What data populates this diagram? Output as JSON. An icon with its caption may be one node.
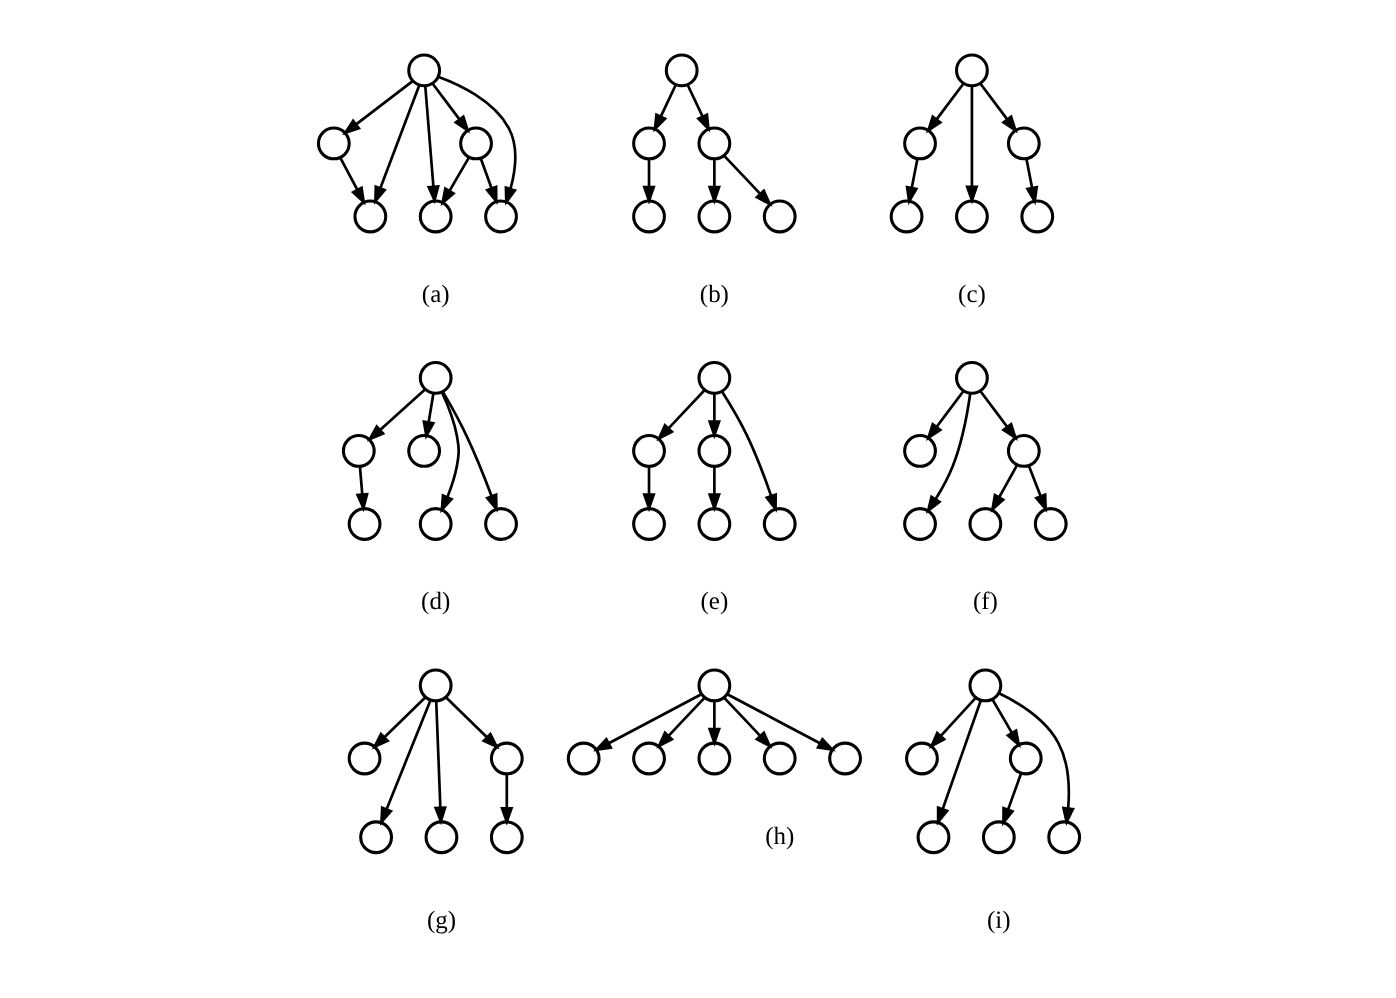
{
  "diagram": {
    "nodes": [
      {
        "text": [],
        "shape": "circle"
      },
      {
        "text": [],
        "shape": "circle"
      },
      {
        "text": [],
        "shape": "circle"
      },
      {
        "text": [],
        "shape": "circle"
      },
      {
        "text": [],
        "shape": "circle"
      },
      {
        "text": [],
        "shape": "circle"
      },
      {
        "text": [],
        "shape": "circle"
      },
      {
        "text": [],
        "shape": "circle"
      },
      {
        "text": [],
        "shape": "circle"
      },
      {
        "text": [],
        "shape": "circle"
      },
      {
        "text": [],
        "shape": "circle"
      },
      {
        "text": [],
        "shape": "circle"
      },
      {
        "text": [],
        "shape": "circle"
      },
      {
        "text": [],
        "shape": "circle"
      },
      {
        "text": [],
        "shape": "circle"
      },
      {
        "text": [],
        "shape": "circle"
      },
      {
        "text": [],
        "shape": "circle"
      },
      {
        "text": [],
        "shape": "circle"
      },
      {
        "text": [],
        "shape": "circle"
      },
      {
        "text": [],
        "shape": "circle"
      },
      {
        "text": [],
        "shape": "circle"
      },
      {
        "text": [],
        "shape": "circle"
      },
      {
        "text": [],
        "shape": "circle"
      },
      {
        "text": [],
        "shape": "circle"
      },
      {
        "text": [],
        "shape": "circle"
      },
      {
        "text": [],
        "shape": "circle"
      },
      {
        "text": [],
        "shape": "circle"
      },
      {
        "text": [],
        "shape": "circle"
      },
      {
        "text": [],
        "shape": "circle"
      },
      {
        "text": [],
        "shape": "circle"
      },
      {
        "text": [],
        "shape": "circle"
      },
      {
        "text": [],
        "shape": "circle"
      },
      {
        "text": [],
        "shape": "circle"
      },
      {
        "text": [],
        "shape": "circle"
      },
      {
        "text": [],
        "shape": "circle"
      },
      {
        "text": [],
        "shape": "circle"
      },
      {
        "text": [],
        "shape": "circle"
      },
      {
        "text": [],
        "shape": "circle"
      },
      {
        "text": [],
        "shape": "circle"
      },
      {
        "text": [],
        "shape": "circle"
      },
      {
        "text": [],
        "shape": "circle"
      },
      {
        "text": [],
        "shape": "circle"
      },
      {
        "text": [],
        "shape": "circle"
      },
      {
        "text": [],
        "shape": "circle"
      },
      {
        "text": [],
        "shape": "circle"
      },
      {
        "text": [],
        "shape": "circle"
      },
      {
        "text": [],
        "shape": "circle"
      },
      {
        "text": [],
        "shape": "circle"
      },
      {
        "text": [],
        "shape": "circle"
      },
      {
        "text": [],
        "shape": "circle"
      },
      {
        "text": [],
        "shape": "circle"
      },
      {
        "text": [],
        "shape": "circle"
      },
      {
        "text": [],
        "shape": "circle"
      },
      {
        "text": [],
        "shape": "circle"
      }
    ],
    "edges": [
      {
        "from": 0,
        "to": 3,
        "arrow": "to"
      },
      {
        "from": 0,
        "to": 1,
        "arrow": "to"
      },
      {
        "from": 0,
        "to": 4,
        "arrow": "to"
      },
      {
        "from": 0,
        "to": 2,
        "arrow": "to"
      },
      {
        "from": 0,
        "to": 5,
        "arrow": "to"
      },
      {
        "from": 1,
        "to": 3,
        "arrow": "to"
      },
      {
        "from": 2,
        "to": 4,
        "arrow": "to"
      },
      {
        "from": 2,
        "to": 5,
        "arrow": "to"
      },
      {
        "from": 6,
        "to": 7,
        "arrow": "to"
      },
      {
        "from": 6,
        "to": 8,
        "arrow": "to"
      },
      {
        "from": 7,
        "to": 9,
        "arrow": "to"
      },
      {
        "from": 8,
        "to": 10,
        "arrow": "to"
      },
      {
        "from": 8,
        "to": 11,
        "arrow": "to"
      },
      {
        "from": 12,
        "to": 13,
        "arrow": "to"
      },
      {
        "from": 12,
        "to": 16,
        "arrow": "to"
      },
      {
        "from": 12,
        "to": 14,
        "arrow": "to"
      },
      {
        "from": 13,
        "to": 15,
        "arrow": "to"
      },
      {
        "from": 14,
        "to": 17,
        "arrow": "to"
      },
      {
        "from": 18,
        "to": 19,
        "arrow": "to"
      },
      {
        "from": 18,
        "to": 22,
        "arrow": "to"
      },
      {
        "from": 18,
        "to": 20,
        "arrow": "to"
      },
      {
        "from": 18,
        "to": 23,
        "arrow": "to"
      },
      {
        "from": 19,
        "to": 21,
        "arrow": "to"
      },
      {
        "from": 24,
        "to": 25,
        "arrow": "to"
      },
      {
        "from": 24,
        "to": 26,
        "arrow": "to"
      },
      {
        "from": 24,
        "to": 29,
        "arrow": "to"
      },
      {
        "from": 25,
        "to": 27,
        "arrow": "to"
      },
      {
        "from": 26,
        "to": 28,
        "arrow": "to"
      },
      {
        "from": 30,
        "to": 33,
        "arrow": "to"
      },
      {
        "from": 30,
        "to": 31,
        "arrow": "to"
      },
      {
        "from": 30,
        "to": 32,
        "arrow": "to"
      },
      {
        "from": 32,
        "to": 34,
        "arrow": "to"
      },
      {
        "from": 32,
        "to": 35,
        "arrow": "to"
      },
      {
        "from": 36,
        "to": 39,
        "arrow": "to"
      },
      {
        "from": 36,
        "to": 37,
        "arrow": "to"
      },
      {
        "from": 36,
        "to": 40,
        "arrow": "to"
      },
      {
        "from": 36,
        "to": 38,
        "arrow": "to"
      },
      {
        "from": 38,
        "to": 41,
        "arrow": "to"
      },
      {
        "from": 42,
        "to": 45,
        "arrow": "to"
      },
      {
        "from": 42,
        "to": 43,
        "arrow": "to"
      },
      {
        "from": 42,
        "to": 46,
        "arrow": "to"
      },
      {
        "from": 42,
        "to": 44,
        "arrow": "to"
      },
      {
        "from": 42,
        "to": 47,
        "arrow": "to"
      },
      {
        "from": 48,
        "to": 51,
        "arrow": "to"
      },
      {
        "from": 48,
        "to": 49,
        "arrow": "to"
      },
      {
        "from": 48,
        "to": 50,
        "arrow": "to"
      },
      {
        "from": 50,
        "to": 52,
        "arrow": "to"
      },
      {
        "from": 48,
        "to": 53,
        "arrow": "to"
      }
    ],
    "labels": [
      "(a)",
      "(b)",
      "(c)",
      "(d)",
      "(e)",
      "(f)",
      "(g)",
      "(h)",
      "(i)"
    ]
  }
}
